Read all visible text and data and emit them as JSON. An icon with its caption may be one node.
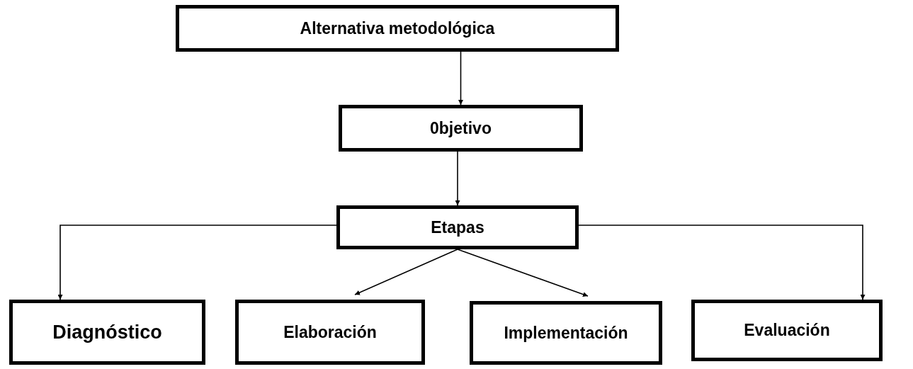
{
  "diagram": {
    "nodes": [
      {
        "text": [
          "Alternativa metodológica"
        ]
      },
      {
        "text": [
          "0bjetivo"
        ]
      },
      {
        "text": [
          "Etapas"
        ]
      },
      {
        "text": [
          "Diagnóstico"
        ]
      },
      {
        "text": [
          "Elaboración"
        ]
      },
      {
        "text": [
          "Implementación"
        ]
      },
      {
        "text": [
          "Evaluación"
        ]
      }
    ],
    "edges": [
      {
        "from": 0,
        "to": 1,
        "arrow": "to"
      },
      {
        "from": 1,
        "to": 2,
        "arrow": "to"
      },
      {
        "from": 2,
        "to": 3,
        "arrow": "to"
      },
      {
        "from": 2,
        "to": 4,
        "arrow": "to"
      },
      {
        "from": 2,
        "to": 5,
        "arrow": "to"
      },
      {
        "from": 2,
        "to": 6,
        "arrow": "to"
      }
    ]
  }
}
